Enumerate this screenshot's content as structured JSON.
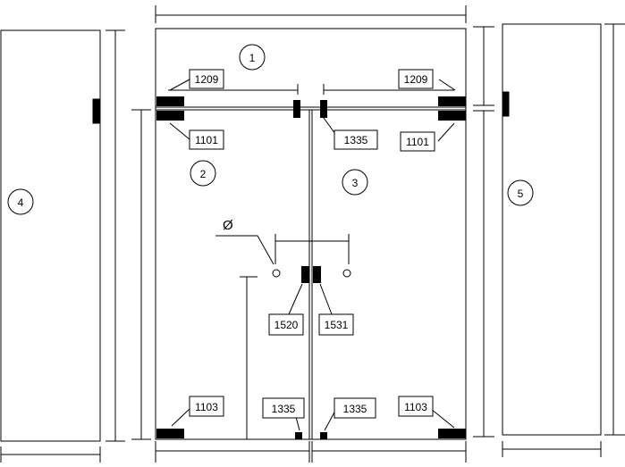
{
  "diagram": {
    "panels": {
      "top": "1",
      "left_door": "2",
      "right_door": "3",
      "left_side": "4",
      "right_side": "5"
    },
    "diameter_symbol": "Ø",
    "parts": {
      "hinge_top_left": "1209",
      "hinge_top_right": "1209",
      "hinge_mid_left": "1101",
      "hinge_mid_right": "1101",
      "pivot_top": "1335",
      "handle_left": "1520",
      "handle_right": "1531",
      "hinge_bottom_left": "1103",
      "hinge_bottom_right": "1103",
      "pivot_bottom_left": "1335",
      "pivot_bottom_right": "1335"
    },
    "colors": {
      "line": "#000000",
      "fill": "#ffffff",
      "hardware": "#000000"
    }
  }
}
